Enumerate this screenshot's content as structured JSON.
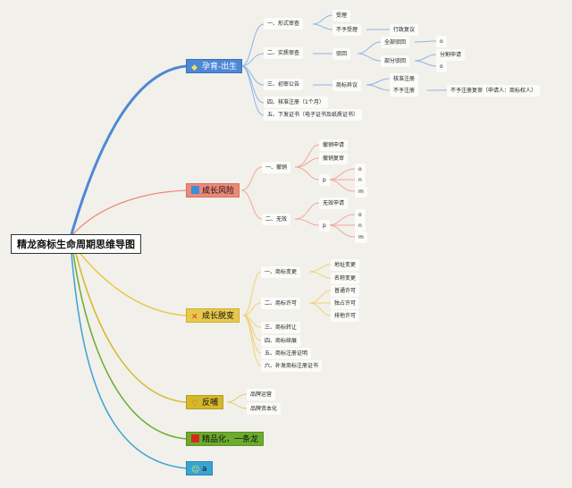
{
  "root": "精龙商标生命周期思维导图",
  "colors": {
    "blue": "#4d88d6",
    "salmon": "#ec8878",
    "yellow": "#e8c84a",
    "olive": "#d4b82a",
    "green": "#6cab2d",
    "cyan": "#3aa3d6"
  },
  "branches": [
    {
      "label": "孕育-出生",
      "icon": "gem-icon",
      "children": [
        "一、形式审查",
        "二、实质审查",
        "三、初审公告",
        "四、核准注册（1个月）",
        "五、下发证书（电子证书及纸质证书）"
      ],
      "sub": [
        "受理",
        "不予受理",
        "行政复议",
        "驳回",
        "全部驳回",
        "部分驳回",
        "分割申请",
        "商标异议",
        "核准注册",
        "不予注册",
        "不予注册复审（申请人：商标权人）"
      ]
    },
    {
      "label": "成长风险",
      "icon": "square-icon",
      "children": [
        "一、撤销",
        "二、无效"
      ],
      "sub": [
        "撤销申请",
        "撤销复审",
        "无效申请"
      ]
    },
    {
      "label": "成长脱变",
      "icon": "tools-icon",
      "children": [
        "一、商标变更",
        "二、商标许可",
        "三、商标转让",
        "四、商标续展",
        "五、商标注册证明",
        "六、补发商标注册证书"
      ],
      "sub": [
        "地址变更",
        "名称变更",
        "普通许可",
        "独占许可",
        "排他许可"
      ]
    },
    {
      "label": "反哺",
      "icon": "heart-icon",
      "children": [
        "品牌运营",
        "品牌资本化"
      ]
    },
    {
      "label": "精品化，一条龙",
      "icon": "square-icon",
      "children": []
    },
    {
      "label": "a",
      "icon": "smile-icon",
      "children": []
    }
  ],
  "letters": [
    "p",
    "o",
    "n",
    "m"
  ]
}
